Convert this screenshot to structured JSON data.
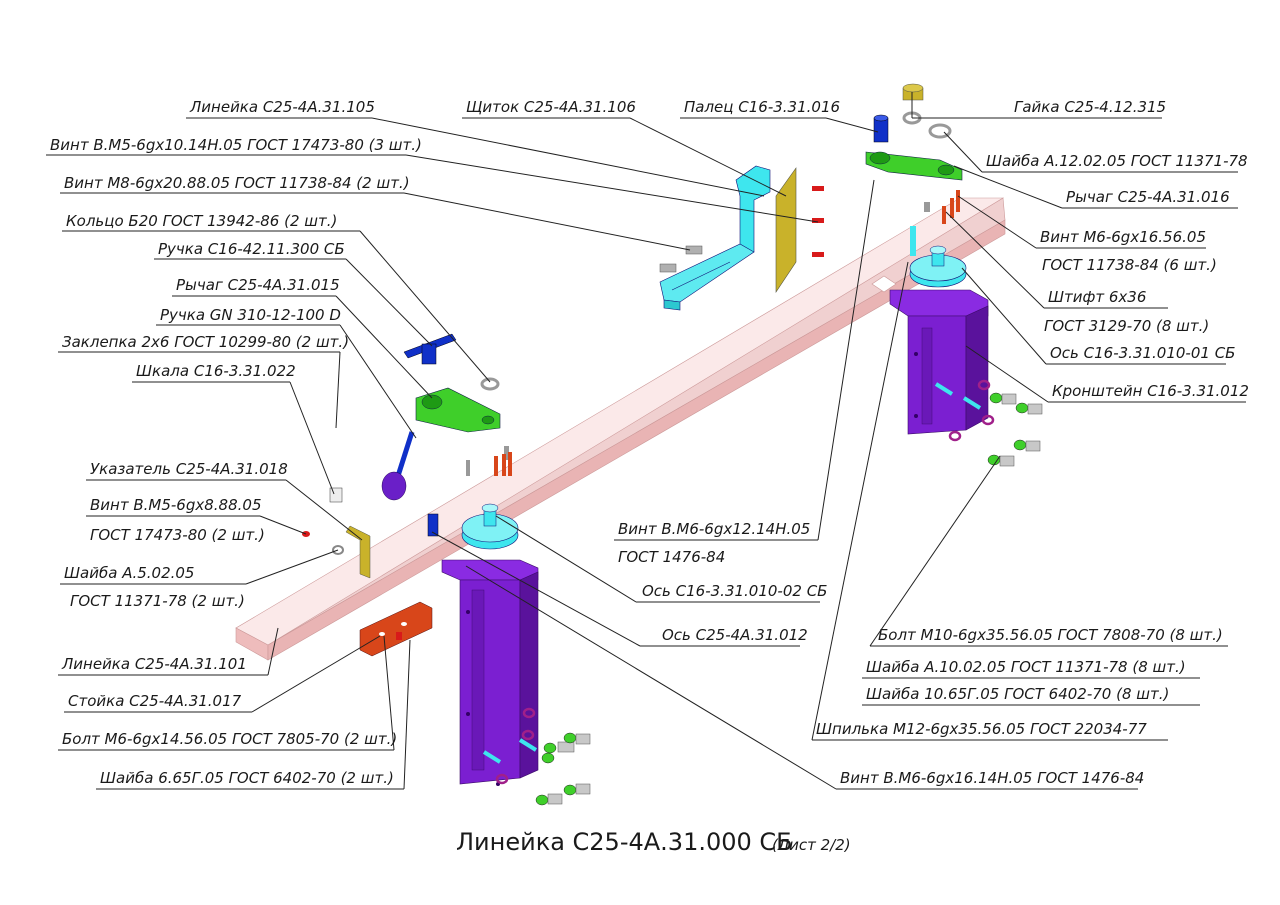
{
  "title": {
    "main": "Линейка С25-4А.31.000 СБ",
    "sheet": "(Лист 2/2)"
  },
  "labels": {
    "lineika_105": "Линейка С25-4А.31.105",
    "shchitok_106": "Щиток С25-4А.31.106",
    "palets_016": "Палец С16-3.31.016",
    "gaika_315": "Гайка С25-4.12.315",
    "vint_m5_10": "Винт В.М5-6gх10.14Н.05 ГОСТ 17473-80 (3 шт.)",
    "shaiba_12": "Шайба А.12.02.05 ГОСТ 11371-78",
    "vint_m8_20": "Винт М8-6gх20.88.05 ГОСТ 11738-84 (2 шт.)",
    "rychag_016": "Рычаг С25-4А.31.016",
    "koltso_b20": "Кольцо Б20 ГОСТ 13942-86 (2 шт.)",
    "vint_m6_16_56": "Винт М6-6gх16.56.05",
    "ruchka_300": "Ручка С16-42.11.300 СБ",
    "gost_11738": "ГОСТ 11738-84 (6 шт.)",
    "rychag_015": "Рычаг С25-4А.31.015",
    "shtift_6x36": "Штифт 6х36",
    "ruchka_gn": "Ручка GN 310-12-100 D",
    "gost_3129": "ГОСТ 3129-70 (8 шт.)",
    "zaklepka": "Заклепка 2х6 ГОСТ 10299-80 (2 шт.)",
    "os_010_01": "Ось С16-3.31.010-01 СБ",
    "shkala_022": "Шкала С16-3.31.022",
    "kronshtein_012": "Кронштейн С16-3.31.012",
    "ukazatel_018": "Указатель С25-4А.31.018",
    "vint_m6_12": "Винт В.М6-6gх12.14Н.05",
    "vint_m5_8": "Винт В.М5-6gх8.88.05",
    "gost_1476": "ГОСТ 1476-84",
    "gost_17473": "ГОСТ 17473-80 (2 шт.)",
    "os_010_02": "Ось С16-3.31.010-02 СБ",
    "shaiba_a5": "Шайба А.5.02.05",
    "os_4a_012": "Ось С25-4А.31.012",
    "gost_11371_2": "ГОСТ 11371-78 (2 шт.)",
    "bolt_m10": "Болт М10-6gх35.56.05 ГОСТ 7808-70 (8 шт.)",
    "lineika_101": "Линейка С25-4А.31.101",
    "shaiba_a10": "Шайба А.10.02.05 ГОСТ 11371-78 (8 шт.)",
    "stoika_017": "Стойка С25-4А.31.017",
    "shaiba_10_65g": "Шайба 10.65Г.05 ГОСТ 6402-70 (8 шт.)",
    "bolt_m6_14": "Болт М6-6gх14.56.05 ГОСТ 7805-70 (2 шт.)",
    "shpilka_m12": "Шпилька М12-6gх35.56.05 ГОСТ 22034-77",
    "shaiba_6_65g": "Шайба 6.65Г.05 ГОСТ 6402-70 (2 шт.)",
    "vint_m6_16_14": "Винт В.М6-6gх16.14Н.05 ГОСТ 1476-84"
  },
  "colors": {
    "beam": "#f7dede",
    "beam_edge": "#e8b8b8",
    "purple": "#7b1fd1",
    "purple_dark": "#5a129c",
    "cyan": "#3ee6ee",
    "olive": "#c9b22a",
    "green": "#3fcf2a",
    "blue": "#1030c8",
    "red": "#d81a1a",
    "orange": "#d8461a",
    "magenta": "#a0208a",
    "gray": "#9a9a9a"
  }
}
